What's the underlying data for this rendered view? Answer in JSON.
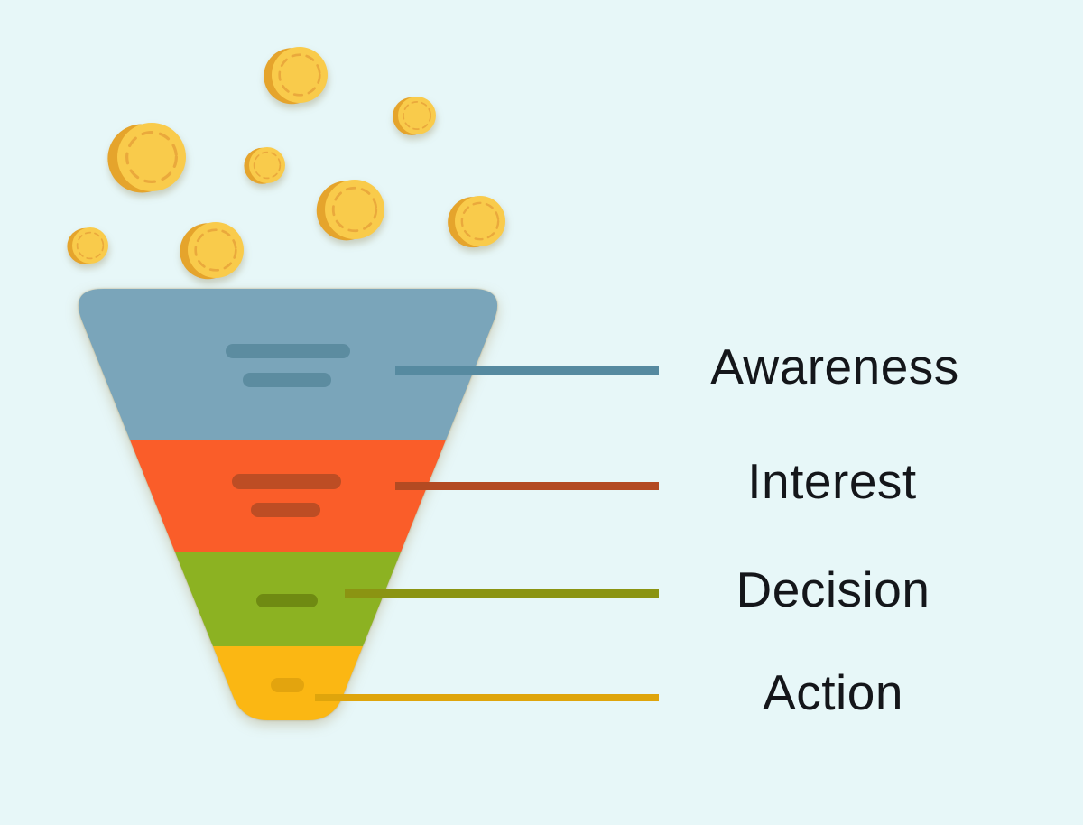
{
  "background": "#E7F7F8",
  "label_color": "#14161A",
  "funnel": {
    "stages": [
      {
        "label": "Awareness",
        "color": "#7AA5BA",
        "bar_color": "#5C8CA0",
        "line_color": "#568AA0"
      },
      {
        "label": "Interest",
        "color": "#FA5D29",
        "bar_color": "#BD4D24",
        "line_color": "#B34A22"
      },
      {
        "label": "Decision",
        "color": "#8CB222",
        "bar_color": "#6F8A12",
        "line_color": "#8B9412"
      },
      {
        "label": "Action",
        "color": "#FBB713",
        "bar_color": "#E3A40E",
        "line_color": "#DFA50C"
      }
    ]
  },
  "coins": {
    "count": 8,
    "face_color": "#F9CB4B",
    "edge_color": "#E5A42C",
    "ring_color": "#EAA93C"
  },
  "chart_data": {
    "type": "funnel",
    "title": "",
    "stages": [
      "Awareness",
      "Interest",
      "Decision",
      "Action"
    ],
    "stage_colors": [
      "#7AA5BA",
      "#FA5D29",
      "#8CB222",
      "#FBB713"
    ],
    "order": "widest (top) to narrowest (bottom)",
    "annotations": "gold coins falling into the funnel mouth"
  }
}
